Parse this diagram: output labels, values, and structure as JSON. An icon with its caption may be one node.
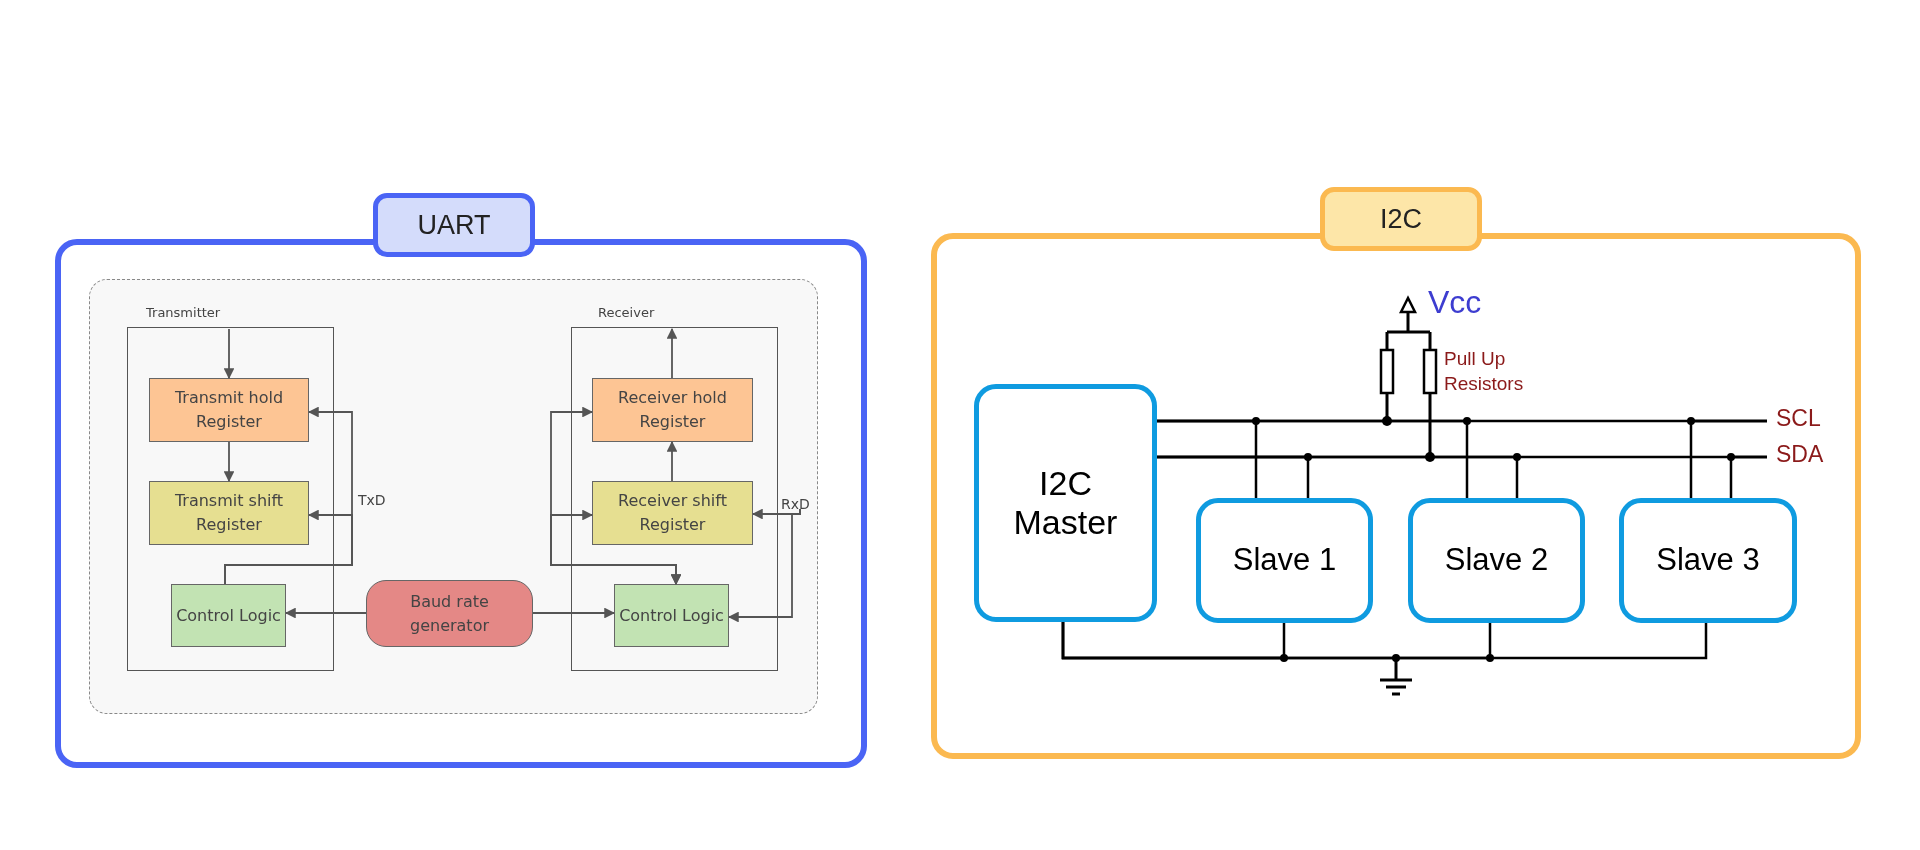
{
  "diagram": {
    "nodes": [
      {
        "text": [
          "UART"
        ]
      },
      {
        "text": [],
        "shape": "box",
        "in": 0
      },
      {
        "text": [
          "Transmitter"
        ],
        "in": 1
      },
      {
        "text": [
          "Transmit hold Register"
        ],
        "in": 2
      },
      {
        "text": [
          "Transmit shift Register"
        ],
        "in": 2
      },
      {
        "text": [
          "Control Logic"
        ],
        "in": 2
      },
      {
        "text": [
          "Baud rate generator"
        ],
        "in": 1
      },
      {
        "text": [
          "Receiver"
        ],
        "in": 1
      },
      {
        "text": [
          "Receiver hold Register"
        ],
        "in": 7
      },
      {
        "text": [
          "Receiver shift Register"
        ],
        "in": 7
      },
      {
        "text": [
          "Control Logic"
        ],
        "in": 7
      },
      {
        "text": [
          "I2C"
        ]
      },
      {
        "text": [
          "I2C Master"
        ],
        "in": 11
      },
      {
        "text": [
          "Slave 1"
        ],
        "in": 11
      },
      {
        "text": [
          "Slave 2"
        ],
        "in": 11
      },
      {
        "text": [
          "Slave 3"
        ],
        "in": 11
      },
      {
        "text": [
          "RxD"
        ],
        "in": 1
      }
    ],
    "edges": [
      {
        "from": null,
        "to": 3,
        "arrow": "to"
      },
      {
        "from": 3,
        "to": 4,
        "arrow": "to"
      },
      {
        "from": 5,
        "to": 3,
        "arrow": "to"
      },
      {
        "from": 5,
        "to": 4,
        "arrow": "to"
      },
      {
        "from": 6,
        "to": 5,
        "arrow": "to"
      },
      {
        "from": 6,
        "to": 10,
        "arrow": "to"
      },
      {
        "from": 9,
        "to": 8,
        "arrow": "to"
      },
      {
        "from": 8,
        "to": null,
        "arrow": "to"
      },
      {
        "from": 16,
        "to": 9,
        "arrow": "to"
      },
      {
        "from": 16,
        "to": 10,
        "arrow": "to"
      },
      {
        "from": 10,
        "to": 8,
        "arrow": "both"
      },
      {
        "from": 10,
        "to": 9,
        "arrow": "both"
      },
      {
        "from": 12,
        "to": 13,
        "arrow": "none",
        "color": "#000000"
      },
      {
        "from": 12,
        "to": 14,
        "arrow": "none",
        "color": "#000000"
      },
      {
        "from": 12,
        "to": 15,
        "arrow": "none",
        "color": "#000000"
      },
      {
        "from": 12,
        "to": 13,
        "arrow": "none",
        "color": "#000000"
      },
      {
        "from": 12,
        "to": 14,
        "arrow": "none",
        "color": "#000000"
      },
      {
        "from": 12,
        "to": 15,
        "arrow": "none",
        "color": "#000000"
      },
      {
        "from": 12,
        "to": 13,
        "arrow": "none",
        "color": "#000000"
      },
      {
        "from": 12,
        "to": 14,
        "arrow": "none",
        "color": "#000000"
      },
      {
        "from": 12,
        "to": 15,
        "arrow": "none",
        "color": "#000000"
      }
    ],
    "labels": [
      "TxD",
      "Vcc",
      "Pull Up Resistors",
      "SCL",
      "SDA"
    ]
  }
}
